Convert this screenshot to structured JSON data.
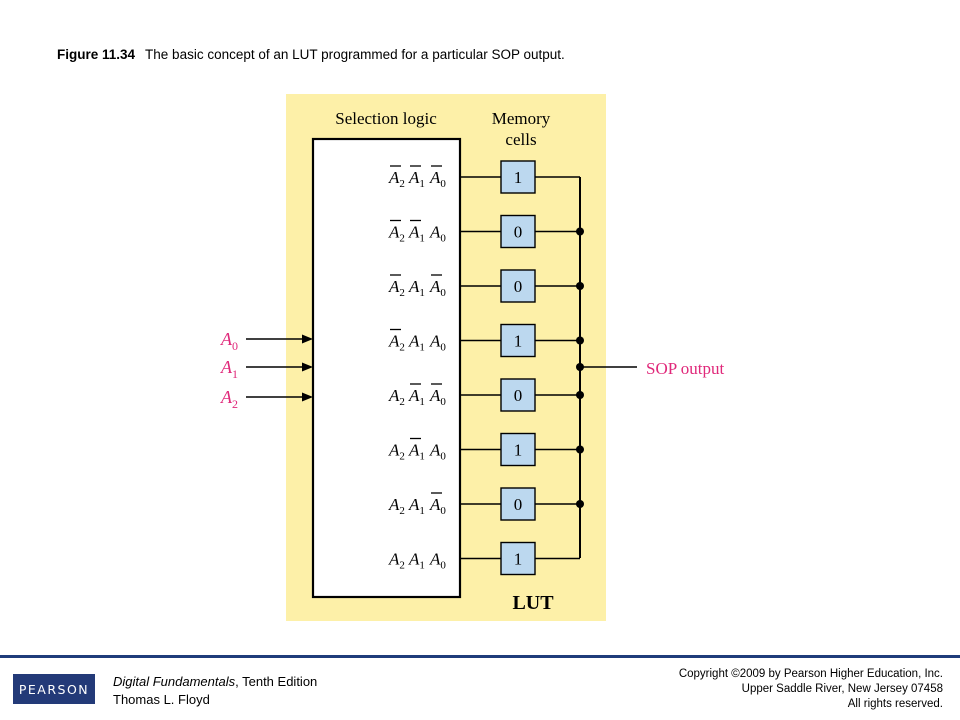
{
  "caption": {
    "label": "Figure 11.34",
    "text": "The basic concept of an LUT programmed for a particular SOP output."
  },
  "diagram": {
    "selection_logic_label": "Selection logic",
    "memory_cells_label_line1": "Memory",
    "memory_cells_label_line2": "cells",
    "inputs": [
      {
        "letter": "A",
        "sub": "0"
      },
      {
        "letter": "A",
        "sub": "1"
      },
      {
        "letter": "A",
        "sub": "2"
      }
    ],
    "rows": [
      {
        "bars": [
          true,
          true,
          true
        ],
        "value": "1"
      },
      {
        "bars": [
          true,
          true,
          false
        ],
        "value": "0"
      },
      {
        "bars": [
          true,
          false,
          true
        ],
        "value": "0"
      },
      {
        "bars": [
          true,
          false,
          false
        ],
        "value": "1"
      },
      {
        "bars": [
          false,
          true,
          true
        ],
        "value": "0"
      },
      {
        "bars": [
          false,
          true,
          false
        ],
        "value": "1"
      },
      {
        "bars": [
          false,
          false,
          true
        ],
        "value": "0"
      },
      {
        "bars": [
          false,
          false,
          false
        ],
        "value": "1"
      }
    ],
    "output_label": "SOP output",
    "block_label": "LUT",
    "colors": {
      "panel": "#fdf0a8",
      "cell": "#bcd8ef",
      "magenta": "#e0287a"
    }
  },
  "footer": {
    "logo_text": "PEARSON",
    "book_title": "Digital Fundamentals",
    "book_edition": ", Tenth Edition",
    "author": "Thomas L. Floyd",
    "copyright_line1": "Copyright ©2009 by Pearson Higher Education, Inc.",
    "copyright_line2": "Upper Saddle River, New Jersey 07458",
    "copyright_line3": "All rights reserved."
  }
}
